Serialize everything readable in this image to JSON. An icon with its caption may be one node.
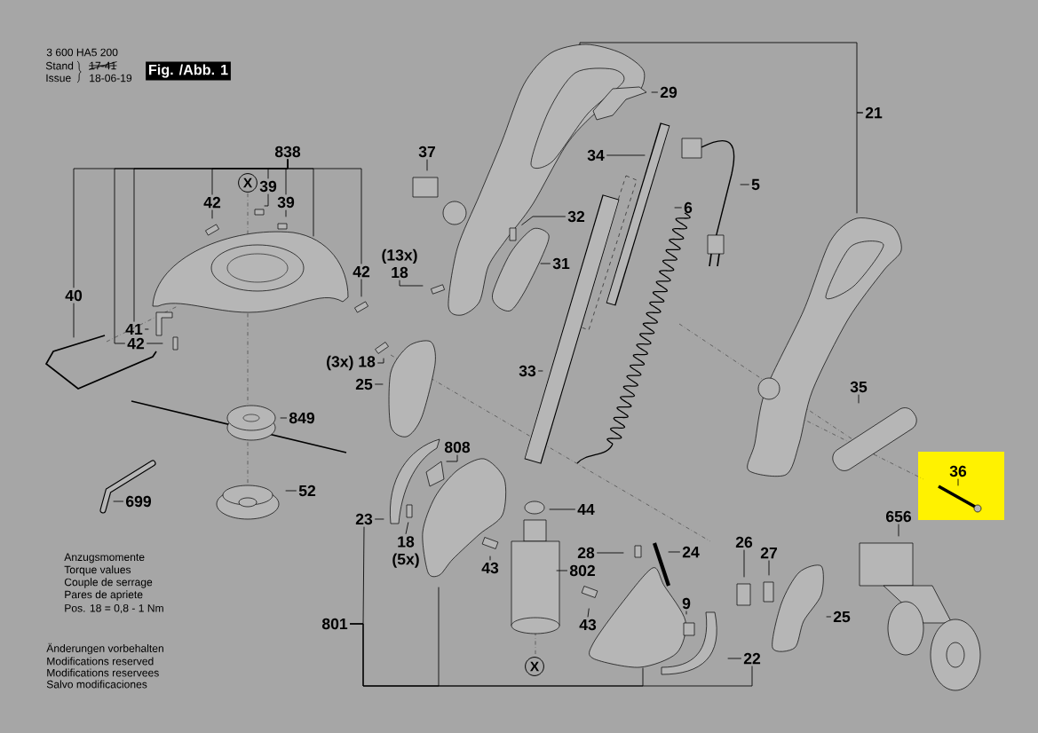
{
  "diagram": {
    "nodes": [
      {
        "text": [
          "Fig. /Abb. 1"
        ]
      },
      {
        "text": [
          "X"
        ]
      },
      {
        "text": [
          "838"
        ]
      },
      {
        "text": [
          "40"
        ]
      },
      {
        "text": [
          "41"
        ]
      },
      {
        "text": [
          "42"
        ]
      },
      {
        "text": [
          "42"
        ]
      },
      {
        "text": [
          "39"
        ]
      },
      {
        "text": [
          "39"
        ]
      },
      {
        "text": [
          "42"
        ]
      },
      {
        "text": [
          "849"
        ]
      },
      {
        "text": [
          "699"
        ]
      },
      {
        "text": [
          "52"
        ]
      },
      {
        "text": [
          "(13x)",
          "18"
        ]
      },
      {
        "text": [
          "37"
        ]
      },
      {
        "text": [
          "29"
        ]
      },
      {
        "text": [
          "34"
        ]
      },
      {
        "text": [
          "32"
        ]
      },
      {
        "text": [
          "31"
        ]
      },
      {
        "text": [
          "6"
        ]
      },
      {
        "text": [
          "5"
        ]
      },
      {
        "text": [
          "21"
        ]
      },
      {
        "text": [
          "(3x)",
          "18"
        ]
      },
      {
        "text": [
          "25"
        ]
      },
      {
        "text": [
          "33"
        ]
      },
      {
        "text": [
          "35"
        ]
      },
      {
        "text": [
          "36"
        ]
      },
      {
        "text": [
          "808"
        ]
      },
      {
        "text": [
          "23"
        ]
      },
      {
        "text": [
          "18",
          "(5x)"
        ]
      },
      {
        "text": [
          "43"
        ]
      },
      {
        "text": [
          "44"
        ]
      },
      {
        "text": [
          "802"
        ]
      },
      {
        "text": [
          "28"
        ]
      },
      {
        "text": [
          "24"
        ]
      },
      {
        "text": [
          "9"
        ]
      },
      {
        "text": [
          "43"
        ]
      },
      {
        "text": [
          "26"
        ]
      },
      {
        "text": [
          "27"
        ]
      },
      {
        "text": [
          "X"
        ]
      },
      {
        "text": [
          "22"
        ]
      },
      {
        "text": [
          "25"
        ]
      },
      {
        "text": [
          "656"
        ]
      },
      {
        "text": [
          "801"
        ]
      }
    ],
    "edges": [
      {
        "from": 2,
        "to": 3,
        "arrow": "none"
      },
      {
        "from": 2,
        "to": 5,
        "arrow": "none"
      },
      {
        "from": 2,
        "to": 4,
        "arrow": "none"
      },
      {
        "from": 2,
        "to": 6,
        "arrow": "none"
      },
      {
        "from": 2,
        "to": 7,
        "arrow": "none"
      },
      {
        "from": 2,
        "to": 8,
        "arrow": "none"
      },
      {
        "from": 2,
        "to": null,
        "arrow": "none"
      },
      {
        "from": 2,
        "to": 9,
        "arrow": "none"
      },
      {
        "from": 3,
        "to": null,
        "arrow": "none"
      },
      {
        "from": 4,
        "to": null,
        "arrow": "none"
      },
      {
        "from": 5,
        "to": null,
        "arrow": "none"
      },
      {
        "from": 6,
        "to": null,
        "arrow": "none"
      },
      {
        "from": 7,
        "to": null,
        "arrow": "none"
      },
      {
        "from": 8,
        "to": null,
        "arrow": "none"
      },
      {
        "from": 9,
        "to": null,
        "arrow": "none"
      },
      {
        "from": 10,
        "to": null,
        "arrow": "none"
      },
      {
        "from": 11,
        "to": null,
        "arrow": "none"
      },
      {
        "from": 12,
        "to": null,
        "arrow": "none"
      },
      {
        "from": 13,
        "to": null,
        "arrow": "none"
      },
      {
        "from": 14,
        "to": null,
        "arrow": "none"
      },
      {
        "from": 15,
        "to": null,
        "arrow": "none"
      },
      {
        "from": 16,
        "to": null,
        "arrow": "none"
      },
      {
        "from": 17,
        "to": null,
        "arrow": "none"
      },
      {
        "from": 18,
        "to": null,
        "arrow": "none"
      },
      {
        "from": 19,
        "to": null,
        "arrow": "none"
      },
      {
        "from": 20,
        "to": null,
        "arrow": "none"
      },
      {
        "from": 21,
        "to": null,
        "arrow": "none"
      },
      {
        "from": 21,
        "to": null,
        "arrow": "none"
      },
      {
        "from": 22,
        "to": null,
        "arrow": "none"
      },
      {
        "from": 23,
        "to": null,
        "arrow": "none"
      },
      {
        "from": 24,
        "to": null,
        "arrow": "none"
      },
      {
        "from": 25,
        "to": null,
        "arrow": "none"
      },
      {
        "from": 26,
        "to": null,
        "arrow": "none"
      },
      {
        "from": 27,
        "to": null,
        "arrow": "none"
      },
      {
        "from": 28,
        "to": null,
        "arrow": "none"
      },
      {
        "from": 29,
        "to": null,
        "arrow": "none"
      },
      {
        "from": 30,
        "to": null,
        "arrow": "none"
      },
      {
        "from": 31,
        "to": null,
        "arrow": "none"
      },
      {
        "from": 32,
        "to": null,
        "arrow": "none"
      },
      {
        "from": 33,
        "to": null,
        "arrow": "none"
      },
      {
        "from": 34,
        "to": null,
        "arrow": "none"
      },
      {
        "from": 35,
        "to": null,
        "arrow": "none"
      },
      {
        "from": 36,
        "to": null,
        "arrow": "none"
      },
      {
        "from": 37,
        "to": null,
        "arrow": "none"
      },
      {
        "from": 38,
        "to": null,
        "arrow": "none"
      },
      {
        "from": 40,
        "to": null,
        "arrow": "none"
      },
      {
        "from": 41,
        "to": null,
        "arrow": "none"
      },
      {
        "from": 42,
        "to": null,
        "arrow": "none"
      },
      {
        "from": 43,
        "to": 28,
        "arrow": "none"
      },
      {
        "from": 43,
        "to": null,
        "arrow": "none"
      },
      {
        "from": 43,
        "to": null,
        "arrow": "none"
      },
      {
        "from": 43,
        "to": 40,
        "arrow": "none"
      }
    ],
    "labels": [
      "3 600 HA5 200",
      "Stand",
      "Issue",
      "17-41",
      "18-06-19",
      "Anzugsmomente",
      "Torque values",
      "Couple de serrage",
      "Pares de apriete",
      "Pos. 18 = 0,8 - 1 Nm",
      "Änderungen vorbehalten",
      "Modifications reserved",
      "Modifications reservees",
      "Salvo modificaciones"
    ]
  }
}
